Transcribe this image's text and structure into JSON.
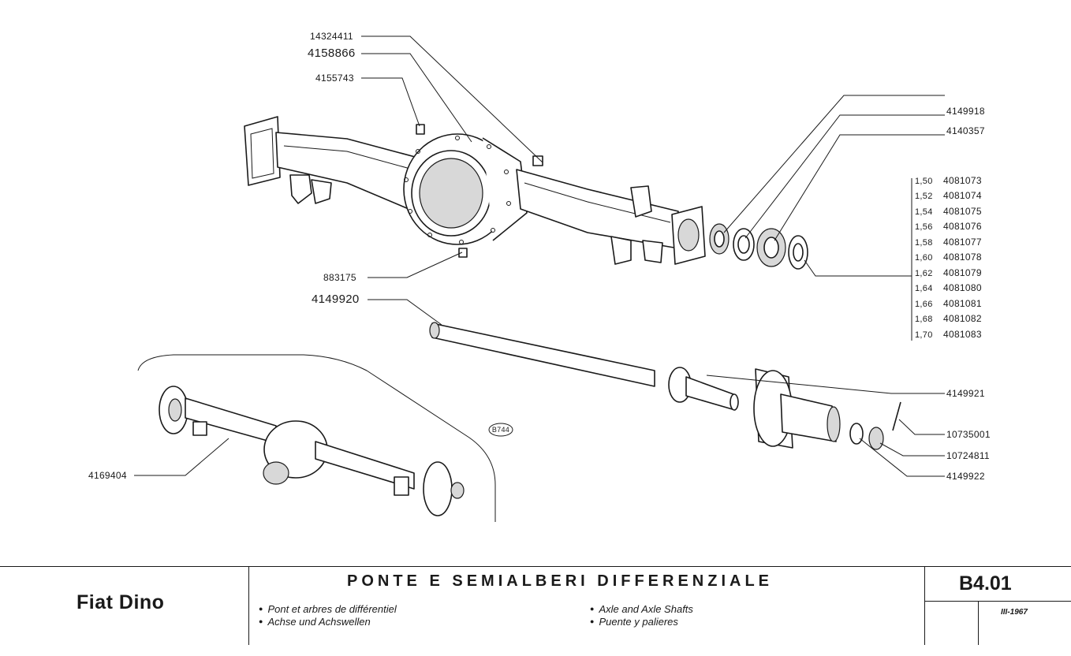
{
  "parts": {
    "p14324411": "14324411",
    "p4158866": "4158866",
    "p4155743": "4155743",
    "p883175": "883175",
    "p4149920": "4149920",
    "p4149918": "4149918",
    "p4140357": "4140357",
    "p4149921": "4149921",
    "p10735001": "10735001",
    "p10724811": "10724811",
    "p4149922": "4149922",
    "p4169404": "4169404"
  },
  "shims": [
    {
      "size": "1,50",
      "part": "4081073"
    },
    {
      "size": "1,52",
      "part": "4081074"
    },
    {
      "size": "1,54",
      "part": "4081075"
    },
    {
      "size": "1,56",
      "part": "4081076"
    },
    {
      "size": "1,58",
      "part": "4081077"
    },
    {
      "size": "1,60",
      "part": "4081078"
    },
    {
      "size": "1,62",
      "part": "4081079"
    },
    {
      "size": "1,64",
      "part": "4081080"
    },
    {
      "size": "1,66",
      "part": "4081081"
    },
    {
      "size": "1,68",
      "part": "4081082"
    },
    {
      "size": "1,70",
      "part": "4081083"
    }
  ],
  "figure_code": "B744",
  "footer": {
    "model": "Fiat Dino",
    "title": "PONTE E SEMIALBERI DIFFERENZIALE",
    "sub_fr": "Pont et arbres de différentiel",
    "sub_de": "Achse und Achswellen",
    "sub_en": "Axle and Axle Shafts",
    "sub_es": "Puente y palieres",
    "code": "B4.01",
    "date": "III-1967"
  }
}
